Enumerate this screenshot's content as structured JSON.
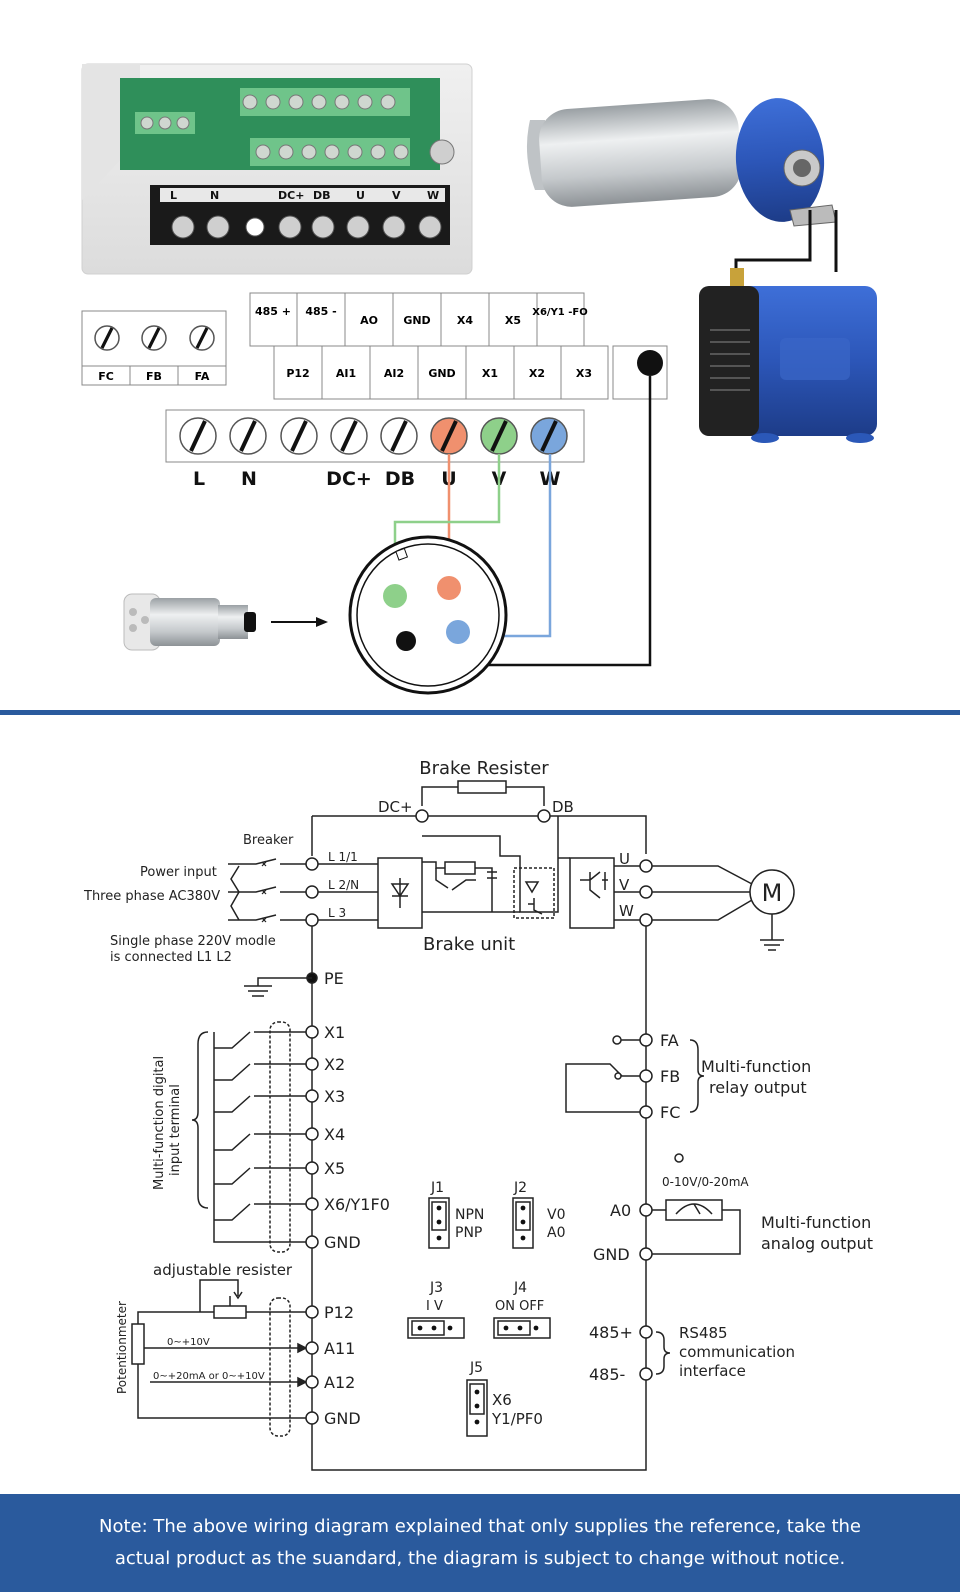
{
  "top_diagram": {
    "relay_labels": [
      "FC",
      "FB",
      "FA"
    ],
    "control_row1": [
      "485 +",
      "485 -",
      "AO",
      "GND",
      "X4",
      "X5",
      "X6/Y1 -FO"
    ],
    "control_row2": [
      "P12",
      "AI1",
      "AI2",
      "GND",
      "X1",
      "X2",
      "X3"
    ],
    "power_terminals": [
      "L",
      "N",
      "DC+",
      "DB",
      "U",
      "V",
      "W"
    ],
    "photo_labels_board": [
      "L",
      "N",
      "DC+",
      "DB",
      "U",
      "V",
      "W"
    ],
    "wire_colors": {
      "U": "#f0906e",
      "V": "#8ed08a",
      "W": "#7aa6dc",
      "ground": "#111111"
    }
  },
  "schematic": {
    "brake_resistor": "Brake Resister",
    "dc_plus": "DC+",
    "db": "DB",
    "breaker": "Breaker",
    "power_input": "Power input",
    "three_phase": "Three phase AC380V",
    "inputs": [
      "L 1/1",
      "L 2/N",
      "L 3"
    ],
    "single_phase_1": "Single phase 220V modle",
    "single_phase_2": "is connected L1 L2",
    "brake_unit": "Brake unit",
    "outputs": [
      "U",
      "V",
      "W"
    ],
    "motor": "M",
    "pe": "PE",
    "digital_inputs": [
      "X1",
      "X2",
      "X3",
      "X4",
      "X5",
      "X6/Y1F0",
      "GND"
    ],
    "digital_label_1": "Multi-function digital",
    "digital_label_2": "input terminal",
    "adjustable": "adjustable resister",
    "potentiometer": "Potentionmeter",
    "analog_inputs": [
      "P12",
      "A11",
      "A12",
      "GND"
    ],
    "range_1": "0~+10V",
    "range_2": "0~+20mA or 0~+10V",
    "relay_terms": [
      "FA",
      "FB",
      "FC"
    ],
    "relay_label_1": "Multi-function",
    "relay_label_2": "relay output",
    "analog_out_range": "0-10V/0-20mA",
    "ao": "A0",
    "gnd": "GND",
    "analog_label_1": "Multi-function",
    "analog_label_2": "analog output",
    "rs485_plus": "485+",
    "rs485_minus": "485-",
    "rs485_label_1": "RS485",
    "rs485_label_2": "communication",
    "rs485_label_3": "interface",
    "j1": "J1",
    "j1_opts": [
      "NPN",
      "PNP"
    ],
    "j2": "J2",
    "j2_opts": [
      "V0",
      "A0"
    ],
    "j3": "J3",
    "j3_opts": "I  V",
    "j4": "J4",
    "j4_opts": "ON  OFF",
    "j5": "J5",
    "j5_opts": [
      "X6",
      "Y1/PF0"
    ]
  },
  "note": {
    "line1": "Note: The above wiring diagram explained that only supplies the reference, take the",
    "line2": "actual product as the suandard, the diagram is subject to change without notice."
  }
}
